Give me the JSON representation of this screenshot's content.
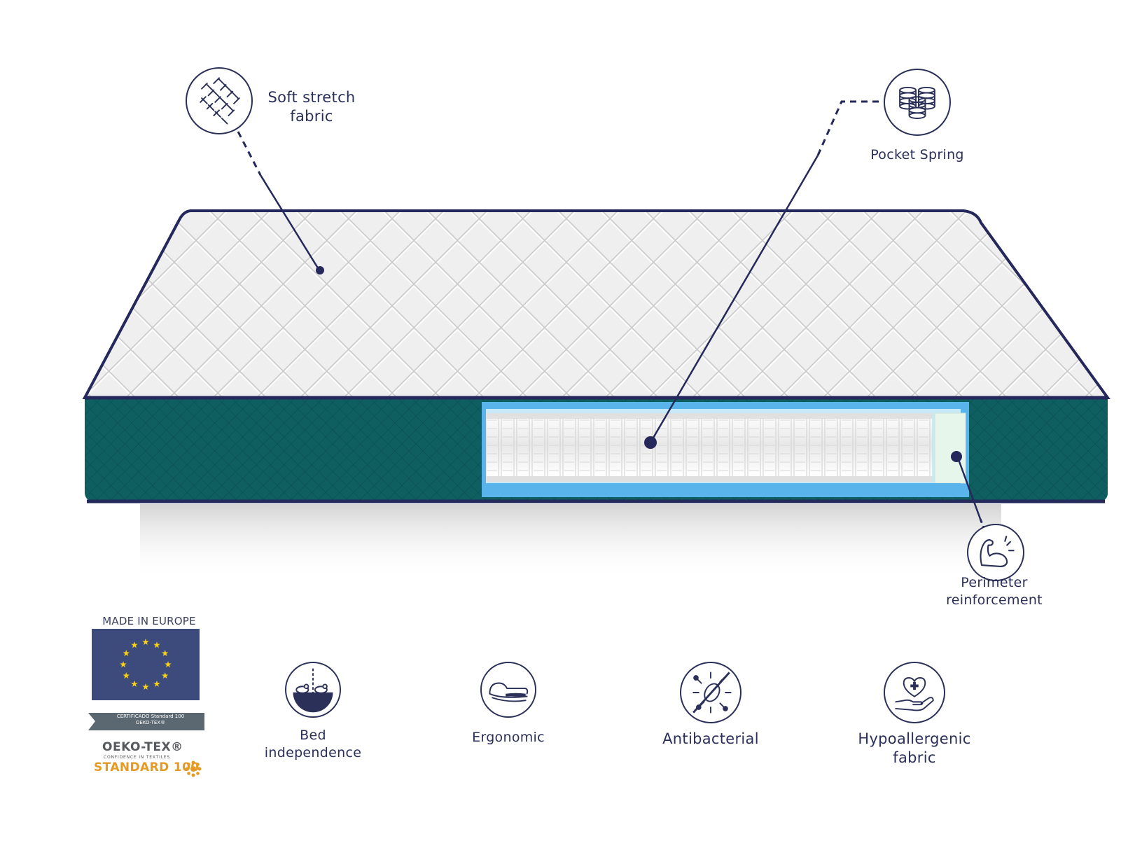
{
  "callouts": {
    "soft_stretch_fabric": {
      "line1": "Soft stretch",
      "line2": "fabric",
      "icon": "woven-fabric-icon"
    },
    "pocket_spring": {
      "label": "Pocket Spring",
      "icon": "pocket-spring-icon"
    },
    "perimeter_reinforcement": {
      "line1": "Perimeter",
      "line2": "reinforcement",
      "icon": "flexed-arm-icon"
    }
  },
  "features": [
    {
      "line1": "Bed",
      "line2": "independence",
      "icon": "bed-independence-icon"
    },
    {
      "line1": "Ergonomic",
      "line2": "",
      "icon": "ergonomic-pillow-icon"
    },
    {
      "line1": "Antibacterial",
      "line2": "",
      "icon": "no-bacteria-icon"
    },
    {
      "line1": "Hypoallergenic",
      "line2": "fabric",
      "icon": "heart-hand-icon"
    }
  ],
  "certification": {
    "made_in": "MADE IN EUROPE",
    "ribbon_line1": "CERTIFICADO Standard 100",
    "ribbon_line2": "OEKO-TEX®",
    "brand": "OEKO-TEX®",
    "sub": "CONFIDENCE IN TEXTILES",
    "standard": "STANDARD 100"
  },
  "colors": {
    "navy": "#2b3058",
    "teal": "#0e5c5e",
    "quilt": "#eeeeee",
    "spring_blue": "#5cb8ee",
    "eu_blue": "#3c4a7c",
    "eu_star": "#f7d117",
    "oeko_orange": "#e59a24"
  }
}
